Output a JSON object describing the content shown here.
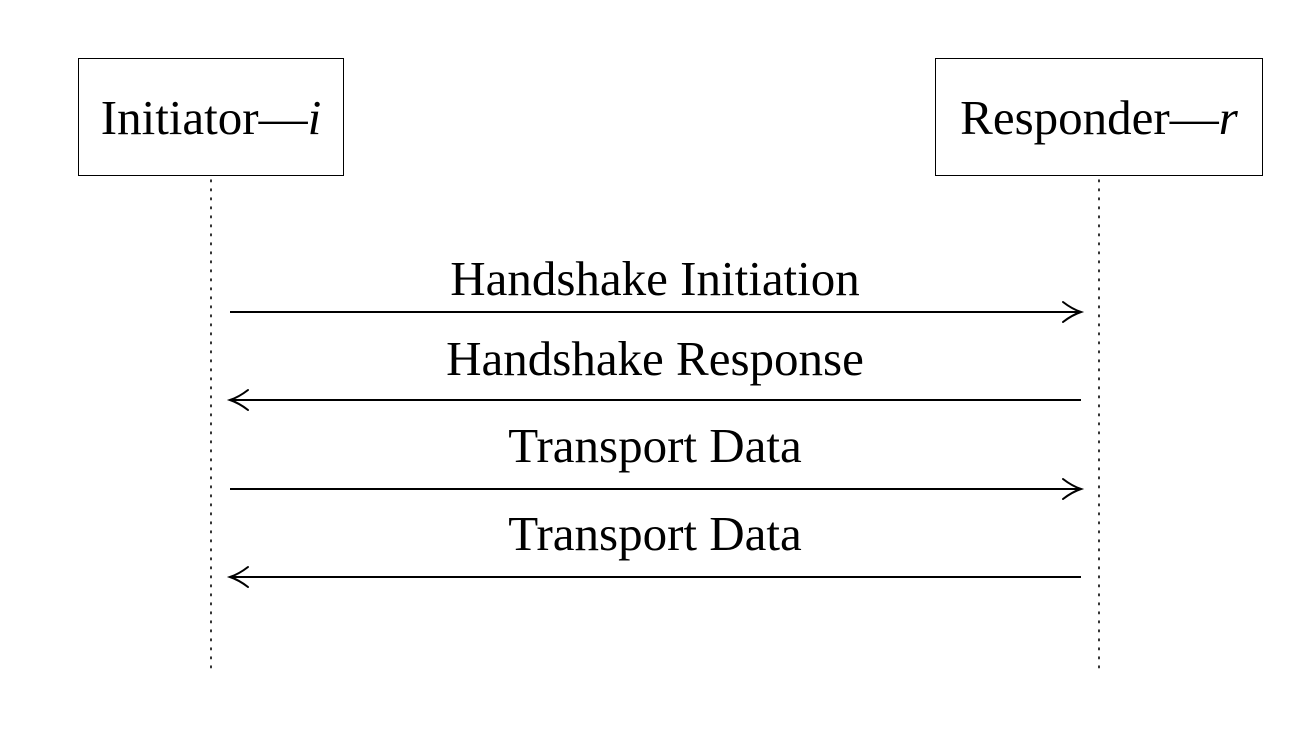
{
  "participants": [
    {
      "name": "Initiator—",
      "symbol": "i"
    },
    {
      "name": "Responder—",
      "symbol": "r"
    }
  ],
  "messages": [
    {
      "label": "Handshake Initiation",
      "direction": "initiator-to-responder"
    },
    {
      "label": "Handshake Response",
      "direction": "responder-to-initiator"
    },
    {
      "label": "Transport Data",
      "direction": "initiator-to-responder"
    },
    {
      "label": "Transport Data",
      "direction": "responder-to-initiator"
    }
  ],
  "colors": {
    "line": "#000000",
    "background": "#ffffff"
  }
}
